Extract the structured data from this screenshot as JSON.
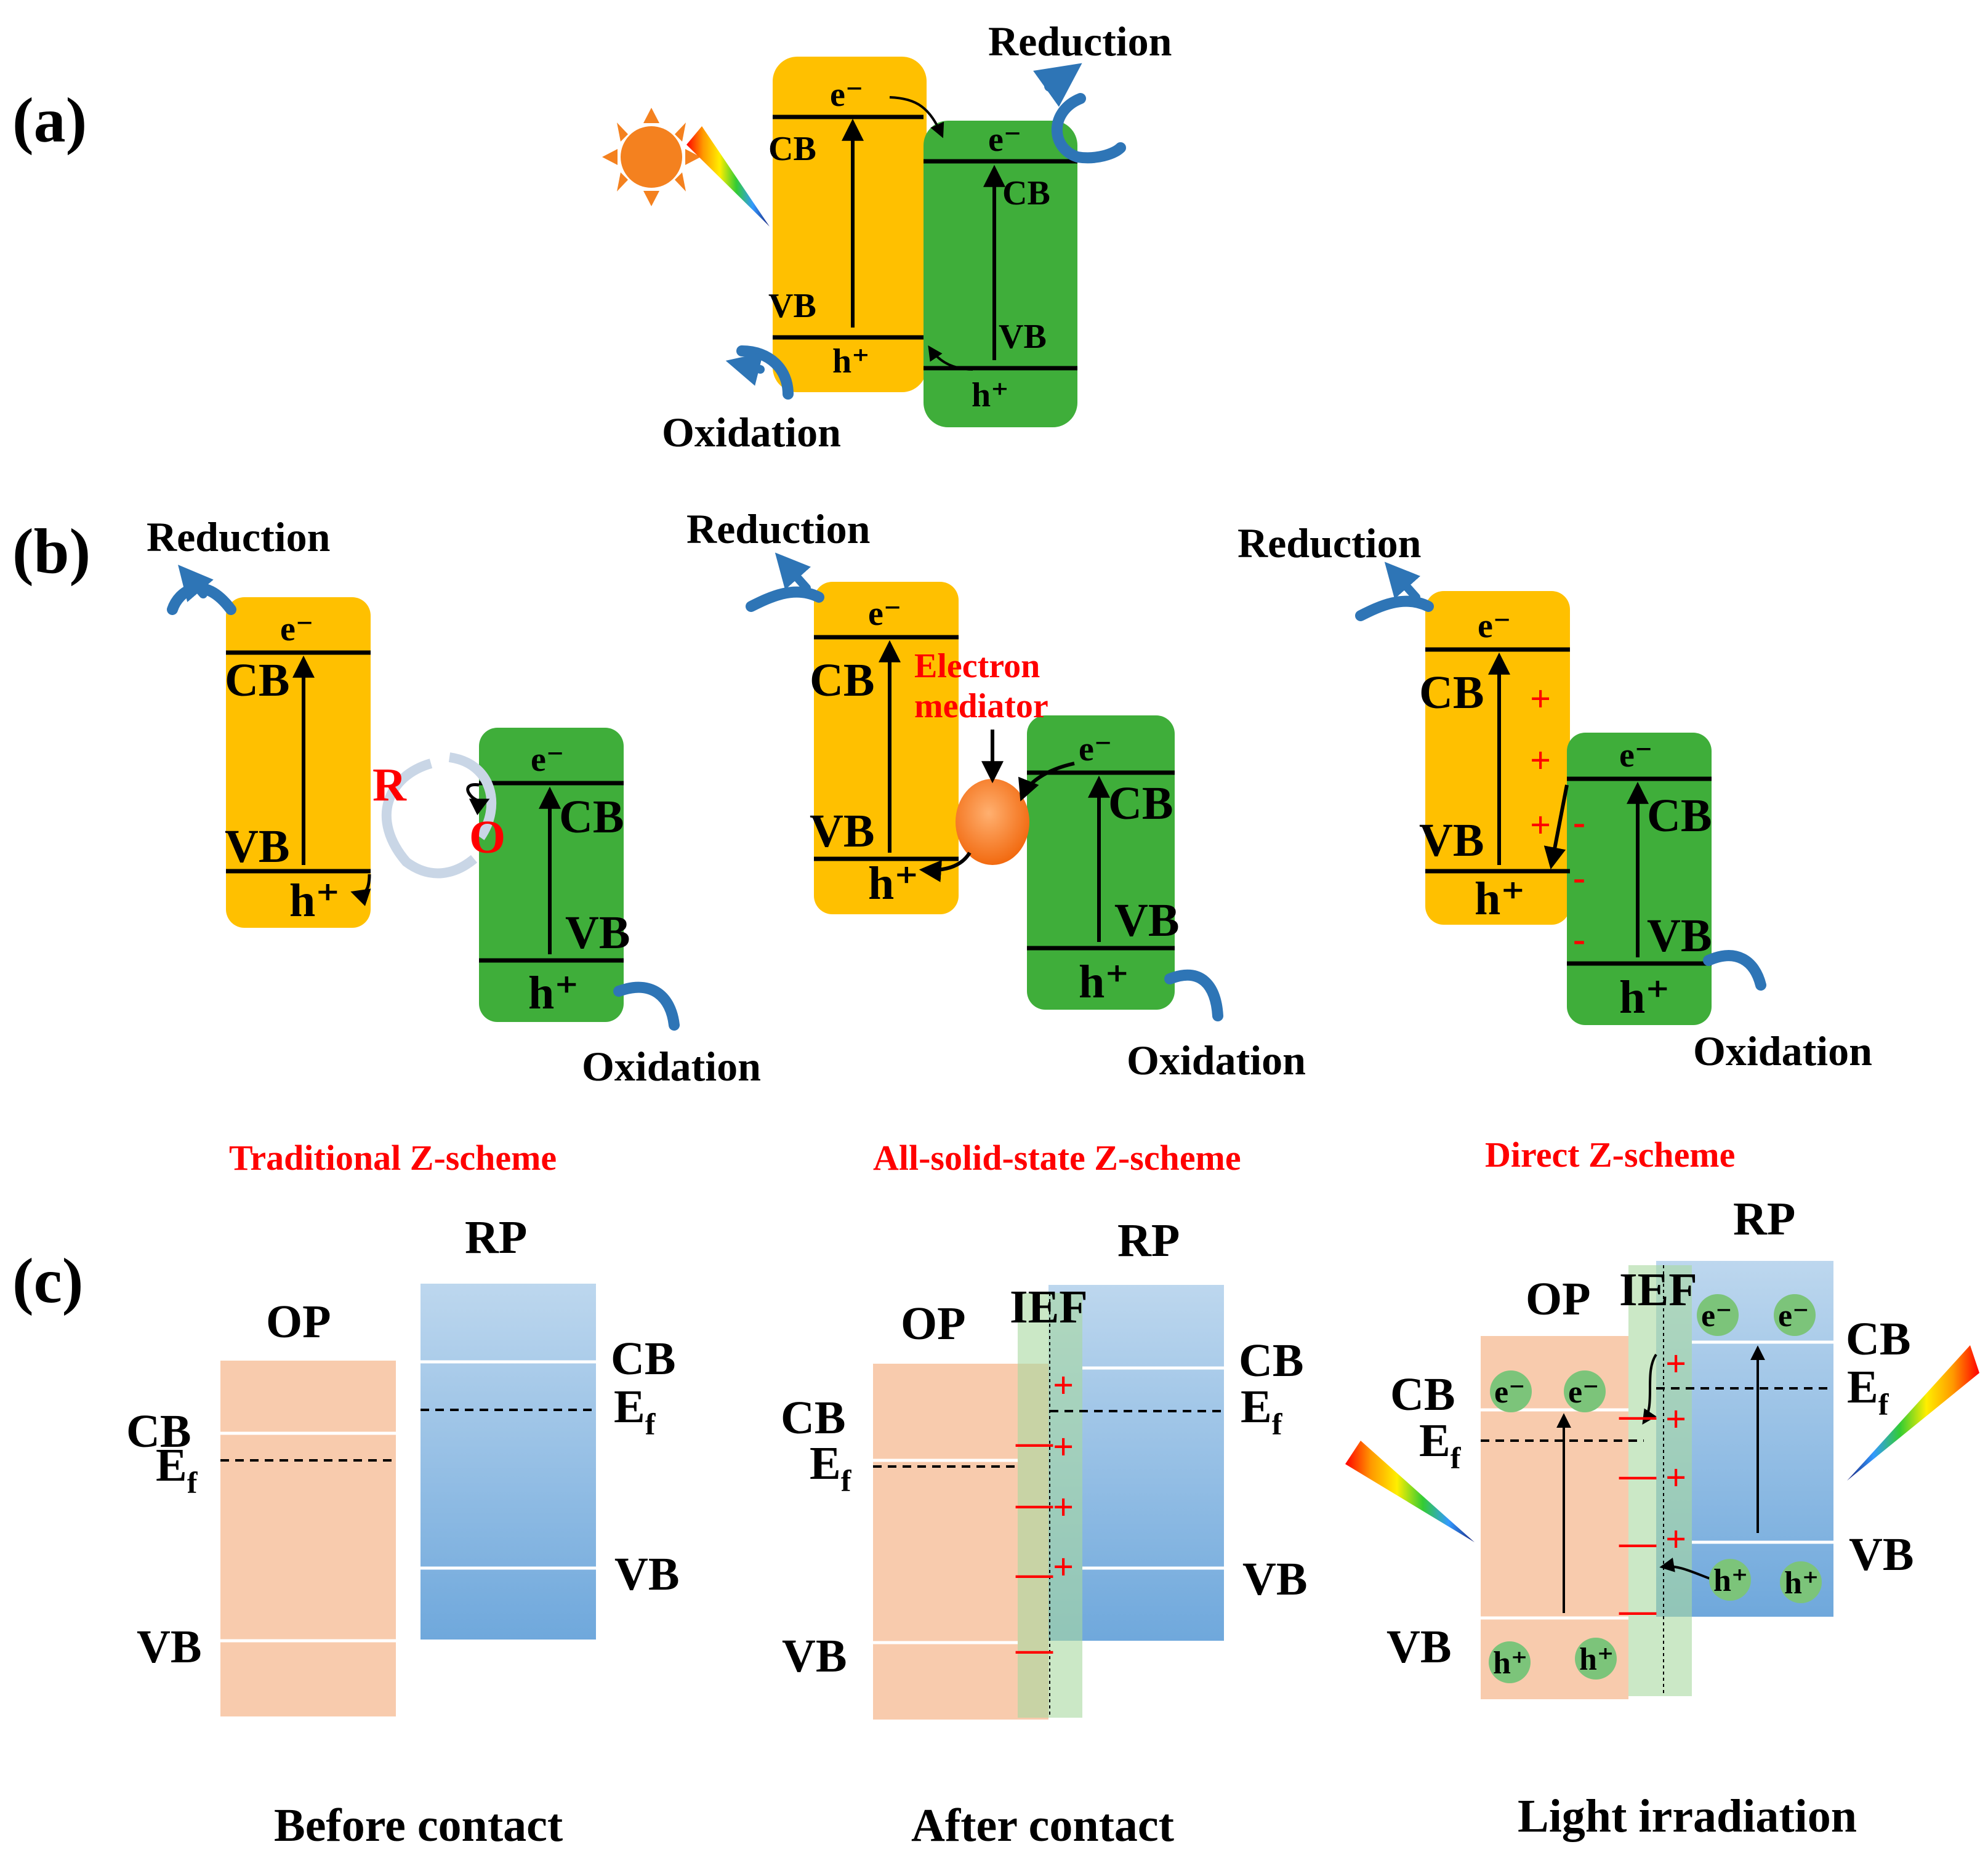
{
  "panels": {
    "a": "(a)",
    "b": "(b)",
    "c": "(c)"
  },
  "labels": {
    "reduction": "Reduction",
    "oxidation": "Oxidation",
    "cb": "CB",
    "vb": "VB",
    "electron": "e⁻",
    "hole": "h⁺",
    "redox_r": "R",
    "redox_o": "O",
    "mediator_line1": "Electron",
    "mediator_line2": "mediator",
    "plus": "+",
    "minus": "-",
    "dash": "—"
  },
  "captions": {
    "traditional": "Traditional Z-scheme",
    "all_solid": "All-solid-state Z-scheme",
    "direct": "Direct Z-scheme"
  },
  "panel_c": {
    "op": "OP",
    "rp": "RP",
    "ief": "IEF",
    "ef": "E",
    "ef_sub": "f",
    "before": "Before contact",
    "after": "After contact",
    "light": "Light irradiation"
  },
  "colors": {
    "yellow": "#FFC000",
    "green": "#3FAE3A",
    "orange_box": "#F8CBAD",
    "blue_box": "#9DC3E6",
    "ief_green": "#A9D8A0",
    "arrow_blue": "#2E75B6",
    "red": "#FF0000",
    "sun": "#F4811F"
  }
}
